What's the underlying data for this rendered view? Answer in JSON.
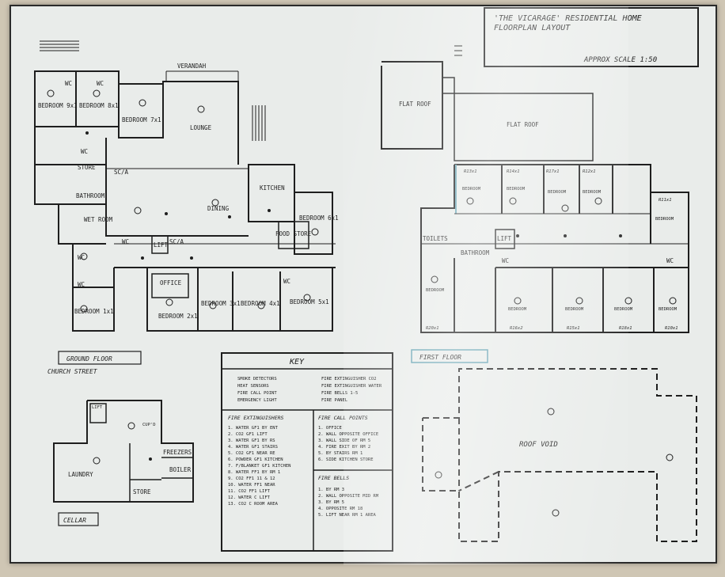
{
  "title": {
    "line1": "'THE VICARAGE' RESIDENTIAL HOME",
    "line2": "FLOORPLAN LAYOUT",
    "scale": "APPROX SCALE 1:50"
  },
  "floor_labels": {
    "ground": "GROUND FLOOR",
    "church_street": "CHURCH STREET",
    "first": "FIRST FLOOR",
    "cellar": "CELLAR"
  },
  "ground_rooms": {
    "verandah": "VERANDAH",
    "bed9": "BEDROOM 9x1",
    "bed8": "BEDROOM 8x1",
    "bed7": "BEDROOM 7x1",
    "lounge": "LOUNGE",
    "wc1": "WC",
    "wc2": "WC",
    "wc3": "WC",
    "wc4": "WC",
    "wc5": "WC",
    "wc6": "WC",
    "wc7": "WC",
    "store": "STORE",
    "bathroom": "BATHROOM",
    "wet_room": "WET ROOM",
    "kitchen": "KITCHEN",
    "dining": "DINING",
    "food_store": "FOOD STORE",
    "bed6": "BEDROOM 6x1",
    "lift": "LIFT",
    "office": "OFFICE",
    "bed1": "BEDROOM 1x1",
    "bed2": "BEDROOM 2x1",
    "bed3": "BEDROOM 3x1",
    "bed4": "BEDROOM 4x1",
    "bed5": "BEDROOM 5x1",
    "scia1": "SC/A",
    "scia2": "SC/A"
  },
  "first_rooms": {
    "flat_roof1": "FLAT ROOF",
    "flat_roof2": "FLAT ROOF",
    "toilets": "TOILETS",
    "bathroom": "BATHROOM",
    "lift": "LIFT",
    "wc1": "WC",
    "wc2": "WC",
    "bedroom_labels": [
      "BEDROOM",
      "BEDROOM",
      "BEDROOM",
      "BEDROOM",
      "BEDROOM",
      "BEDROOM",
      "BEDROOM",
      "BEDROOM",
      "BEDROOM",
      "BEDROOM"
    ],
    "room_codes": [
      "R13x1",
      "R14x1",
      "R17x1",
      "R12x1",
      "R11x1",
      "R20x1",
      "R16x2",
      "R15x1",
      "R18x1",
      "R10x1"
    ]
  },
  "cellar_rooms": {
    "laundry": "LAUNDRY",
    "freezers": "FREEZERS",
    "boiler": "BOILER",
    "store": "STORE",
    "lift": "LIFT",
    "cupd": "CUP'D"
  },
  "roof_void": "ROOF VOID",
  "key": {
    "title": "KEY",
    "left": [
      "SMOKE DETECTORS",
      "HEAT SENSORS",
      "FIRE CALL POINT",
      "EMERGENCY LIGHT"
    ],
    "right": [
      "FIRE EXTINGUISHER CO2",
      "FIRE EXTINGUISHER WATER",
      "FIRE BELLS 1-5",
      "FIRE PANEL"
    ],
    "extinguishers_title": "FIRE EXTINGUISHERS",
    "extinguishers_rows": [
      "1. WATER GF1  BY ENT",
      "2. CO2   GF1  LIFT",
      "3. WATER GF1  BY RS",
      "4. WATER GF1  STAIRS",
      "5. CO2   GF1  NEAR RE",
      "6. POWDER GF1 KITCHEN",
      "7. F/BLANKET GF1 KITCHEN",
      "8. WATER FF1  BY RM 1",
      "9. CO2   FF1  11 & 12",
      "10. WATER FF1 NEAR",
      "11. CO2  FF1  LIFT",
      "12. WATER C   LIFT",
      "13. CO2  C    ROOM AREA"
    ],
    "call_points_title": "FIRE CALL POINTS",
    "call_points_rows": [
      "1. OFFICE",
      "2. WALL OPPOSITE OFFICE",
      "3. WALL SIDE OF RM 5",
      "4. FIRE EXIT BY RM 2",
      "5. BY STAIRS RM 1",
      "6. SIDE KITCHEN STORE"
    ],
    "bells_title": "FIRE BELLS",
    "bells_rows": [
      "1. BY RM 3",
      "2. WALL OPPOSITE MID RM",
      "3. BY RM 5",
      "4. OPPOSITE RM 18",
      "5. LIFT NEAR RM 1 AREA"
    ]
  }
}
